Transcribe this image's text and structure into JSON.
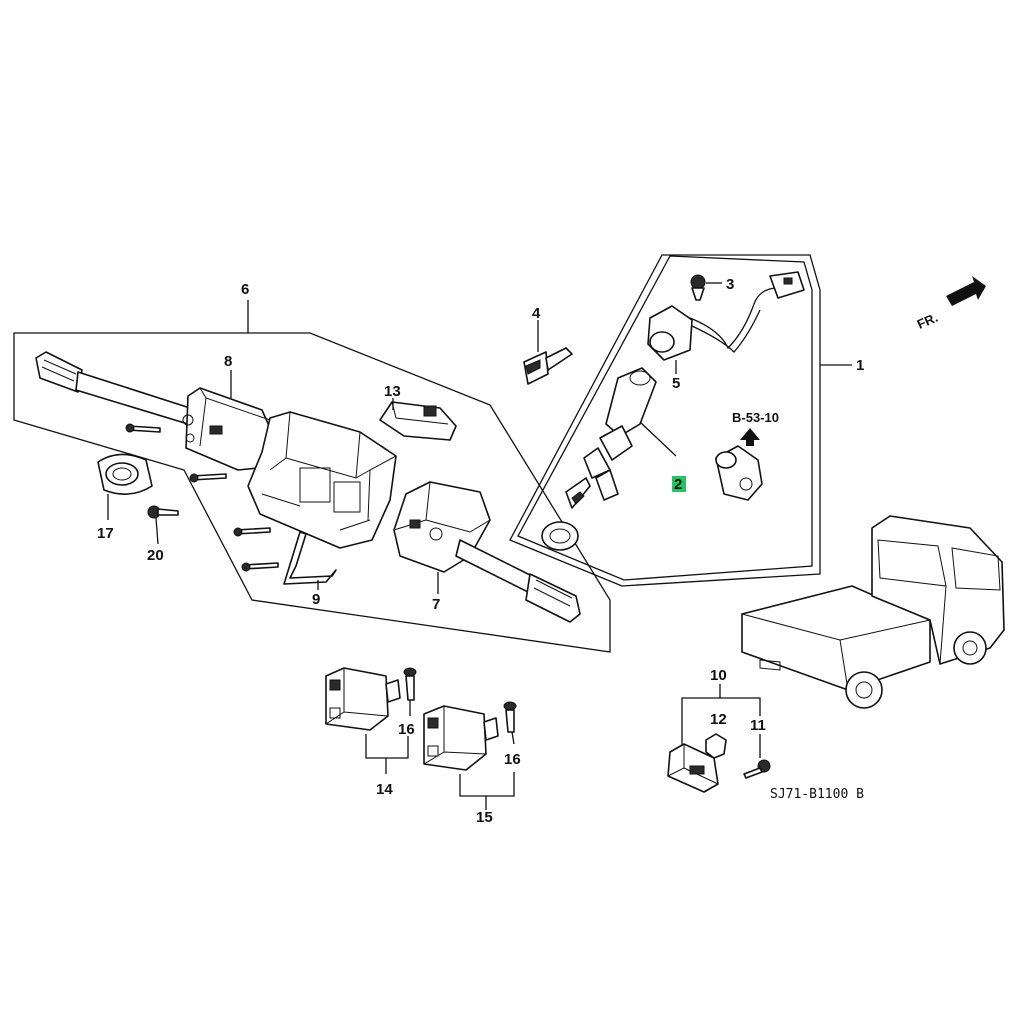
{
  "callouts": {
    "c1": "1",
    "c2": "2",
    "c3": "3",
    "c4": "4",
    "c5": "5",
    "c6": "6",
    "c7": "7",
    "c8": "8",
    "c9": "9",
    "c10": "10",
    "c11": "11",
    "c12": "12",
    "c13": "13",
    "c14": "14",
    "c15": "15",
    "c16a": "16",
    "c16b": "16",
    "c17": "17",
    "c20": "20"
  },
  "reference": "B-53-10",
  "direction_label": "FR.",
  "diagram_code": "SJ71-B1100 B",
  "colors": {
    "line": "#111111",
    "highlight": "#22c55e",
    "background": "#ffffff"
  }
}
